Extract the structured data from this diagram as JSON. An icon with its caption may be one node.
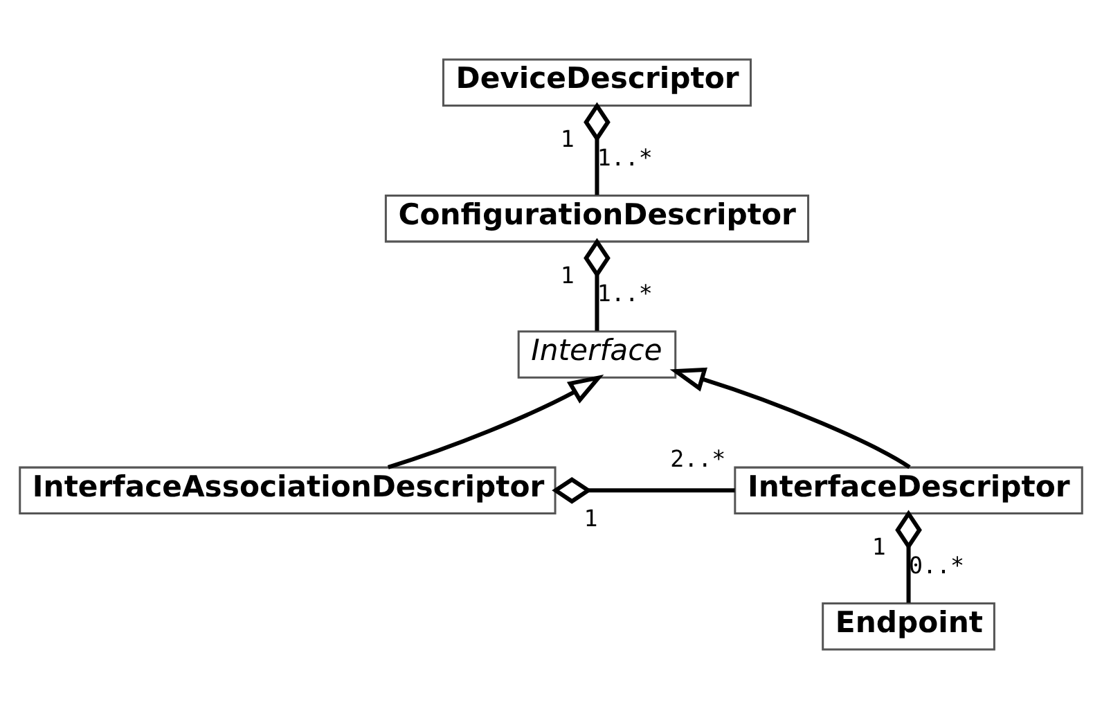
{
  "diagram": {
    "nodes": [
      {
        "text": [
          "DeviceDescriptor"
        ]
      },
      {
        "text": [
          "ConfigurationDescriptor"
        ]
      },
      {
        "text": [
          "Interface"
        ]
      },
      {
        "text": [
          "InterfaceAssociationDescriptor"
        ]
      },
      {
        "text": [
          "InterfaceDescriptor"
        ]
      },
      {
        "text": [
          "Endpoint"
        ]
      }
    ],
    "edges": [
      {
        "from": 0,
        "to": 1,
        "arrow": "other"
      },
      {
        "from": 1,
        "to": 2,
        "arrow": "other"
      },
      {
        "from": 3,
        "to": 2,
        "arrow": "to"
      },
      {
        "from": 4,
        "to": 2,
        "arrow": "to"
      },
      {
        "from": 3,
        "to": 4,
        "arrow": "other"
      },
      {
        "from": 4,
        "to": 5,
        "arrow": "other"
      }
    ],
    "labels": [
      "1",
      "1..*",
      "1",
      "1..*",
      "1",
      "2..*",
      "1",
      "0..*"
    ]
  }
}
